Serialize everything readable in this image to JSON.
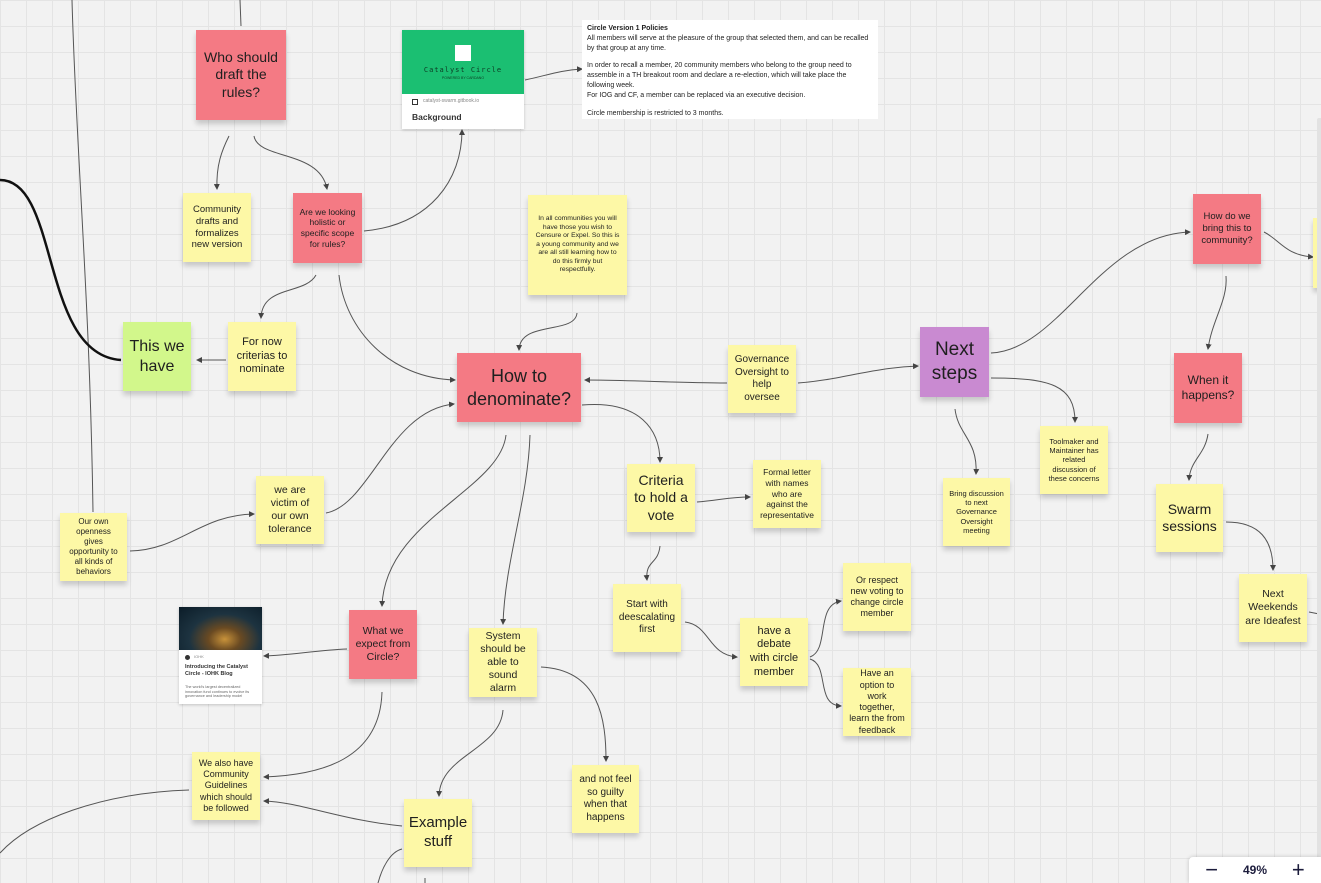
{
  "notes": {
    "who_draft": "Who should draft the rules?",
    "community_drafts": "Community drafts and formalizes new version",
    "holistic_scope": "Are we looking holistic or specific scope for rules?",
    "censure": "In all communities you will have those you wish to Censure or Expel. So this is a young community and we are all still learning how to do this firmly but respectfully.",
    "this_we_have": "This we have",
    "for_now": "For now criterias to nominate",
    "how_denominate": "How to denominate?",
    "governance_oversight": "Governance Oversight to help oversee",
    "next_steps": "Next steps",
    "bring_community": "How do we bring this to community?",
    "when_happens": "When it happens?",
    "toolmaker": "Toolmaker and Maintainer has related discussion of these concerns",
    "bring_discussion": "Bring discussion to next Governance Oversight meeting",
    "swarm": "Swarm sessions",
    "next_weekends": "Next Weekends are Ideafest",
    "our_openness": "Our own openness gives opportunity to all kinds of behaviors",
    "victim": "we are victim of our own tolerance",
    "criteria_vote": "Criteria to hold a vote",
    "formal_letter": "Formal letter with names who are against the representative",
    "start_deescalating": "Start with deescalating first",
    "have_debate": "have a debate with circle member",
    "or_respect": "Or respect new voting to change circle member",
    "option_work": "Have an option to work together, learn the from feedback",
    "what_expect": "What we expect from Circle?",
    "system_alarm": "System should be able to sound alarm",
    "not_guilty": "and not feel so guilty when that happens",
    "guidelines": "We also have Community Guidelines which should be followed",
    "example": "Example stuff"
  },
  "background_card": {
    "banner_text": "Catalyst Circle",
    "banner_sub": "POWERED BY CARDANO",
    "url": "catalyst-swarm.gitbook.io",
    "title": "Background"
  },
  "blog_card": {
    "site": "IOHK",
    "title": "Introducing the Catalyst Circle - IOHK Blog",
    "desc": "The world's largest decentralized innovation fund continues to evolve its governance and leadership model"
  },
  "policy": {
    "title": "Circle Version 1 Policies",
    "p1": "All members will serve at the pleasure of the group that selected them, and can be recalled by that group at any time.",
    "p2": "In order to recall a member, 20 community members who belong to the group need to assemble in a TH breakout room and declare a re-election, which will take place the following week.",
    "p3": "For IOG and CF, a member can be replaced via an executive decision.",
    "p4": "Circle membership is restricted to 3 months."
  },
  "zoom": {
    "minus": "−",
    "level": "49%",
    "plus": "+"
  },
  "colors": {
    "yellow": "#fdf8a6",
    "pink": "#f47a84",
    "green": "#d2f78b",
    "purple": "#c98ad1",
    "card_green": "#1bbf72"
  }
}
